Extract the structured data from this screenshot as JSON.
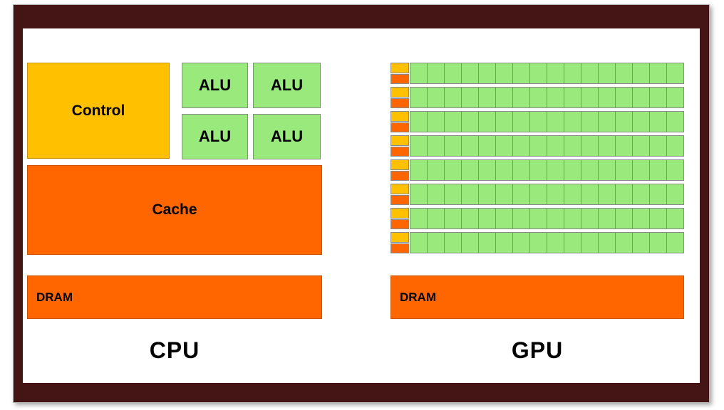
{
  "colors": {
    "gold": "#FFC000",
    "green": "#9AE97D",
    "orange": "#FF6600",
    "gray": "#8a8a8a",
    "frame": "#451515"
  },
  "cpu": {
    "label": "CPU",
    "control": {
      "label": "Control"
    },
    "alus": [
      "ALU",
      "ALU",
      "ALU",
      "ALU"
    ],
    "cache": {
      "label": "Cache"
    },
    "dram": {
      "label": "DRAM"
    }
  },
  "gpu": {
    "label": "GPU",
    "rows": 8,
    "alu_cells_per_row": 16,
    "dram": {
      "label": "DRAM"
    }
  }
}
